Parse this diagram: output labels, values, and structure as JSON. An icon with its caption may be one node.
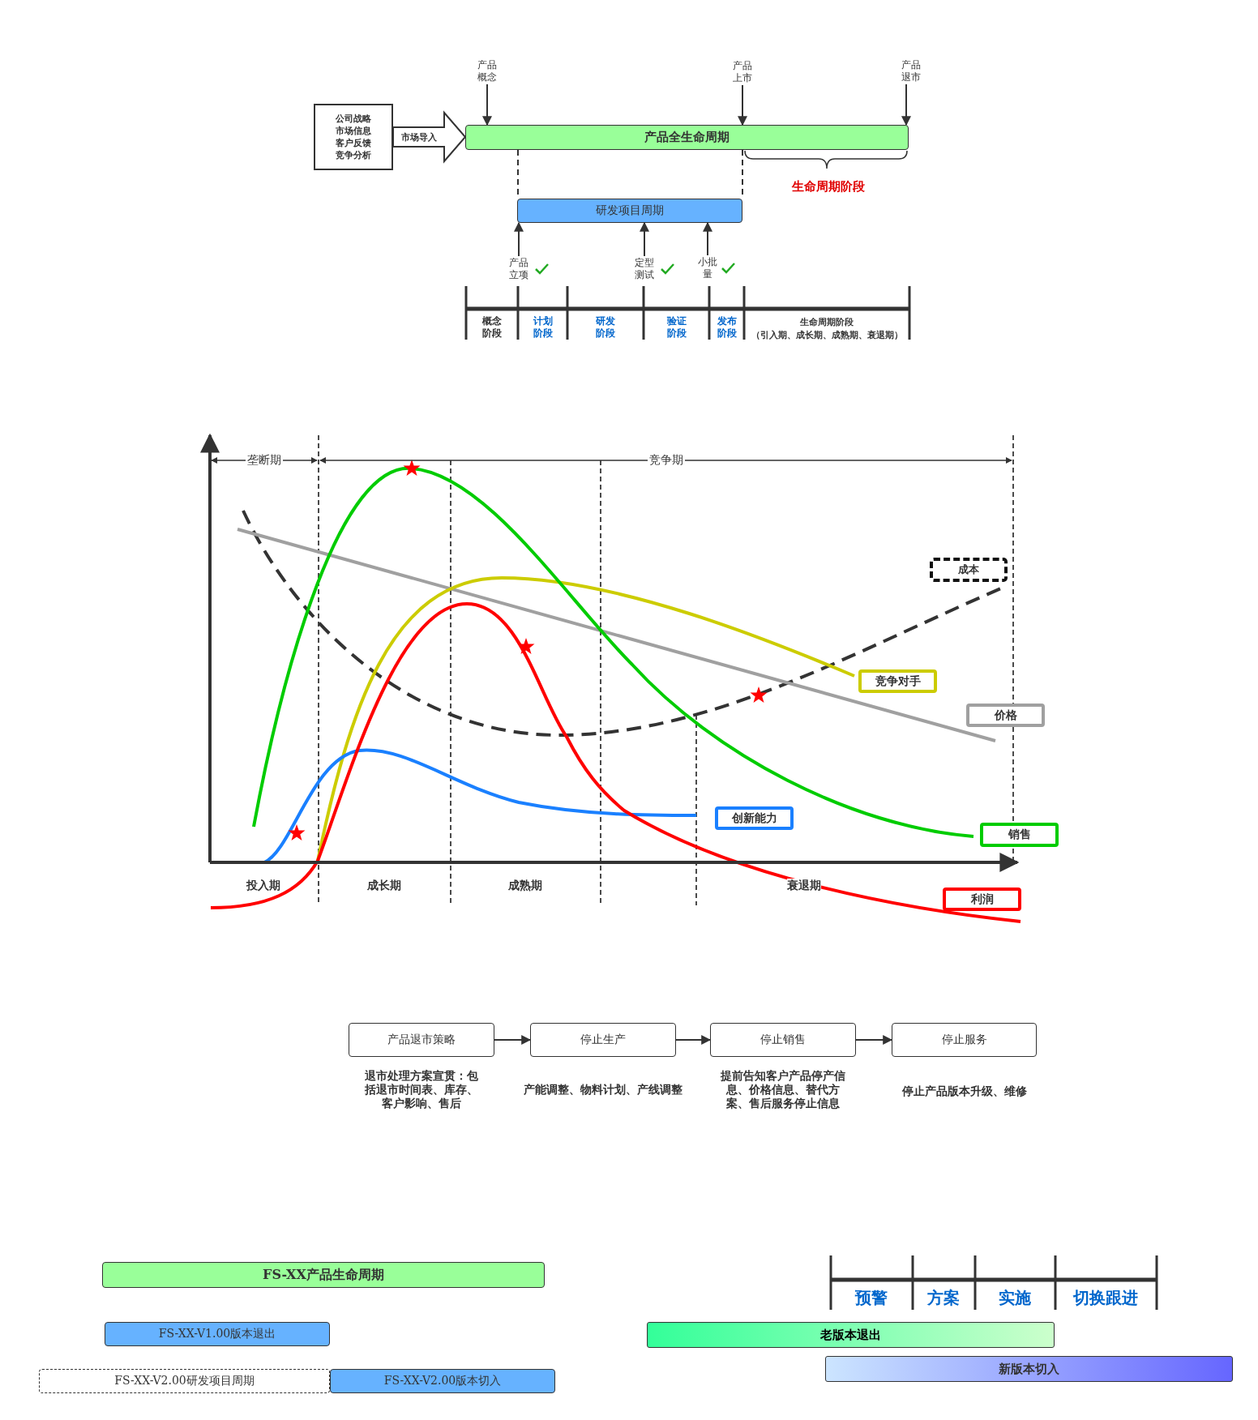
{
  "diagram": {
    "nodes": [
      {
        "text": [
          "公司战略",
          "市场信息",
          "客户反馈",
          "竞争分析"
        ]
      },
      {
        "text": [
          "产品全生命周期"
        ]
      },
      {
        "text": [
          "研发项目周期"
        ]
      },
      {
        "text": [
          "产品概念"
        ]
      },
      {
        "text": [
          "产品上市"
        ]
      },
      {
        "text": [
          "产品退市"
        ]
      },
      {
        "text": [
          "产品立项"
        ]
      },
      {
        "text": [
          "定型测试"
        ]
      },
      {
        "text": [
          "小批量"
        ]
      },
      {
        "text": [
          "成本"
        ]
      },
      {
        "text": [
          "竞争对手"
        ]
      },
      {
        "text": [
          "价格"
        ]
      },
      {
        "text": [
          "创新能力"
        ]
      },
      {
        "text": [
          "销售"
        ]
      },
      {
        "text": [
          "利润"
        ]
      },
      {
        "text": [
          "产品退市策略"
        ],
        "beside": [
          "退市处理方案宣贯：包括退市时间表、库存、客户影响、售后"
        ]
      },
      {
        "text": [
          "停止生产"
        ],
        "beside": [
          "产能调整、物料计划、产线调整"
        ]
      },
      {
        "text": [
          "停止销售"
        ],
        "beside": [
          "提前告知客户产品停产信息、价格信息、替代方案、售后服务停止信息"
        ]
      },
      {
        "text": [
          "停止服务"
        ],
        "beside": [
          "停止产品版本升级、维修"
        ]
      },
      {
        "text": [
          "FS-XX产品生命周期"
        ]
      },
      {
        "text": [
          "FS-XX-V1.00版本退出"
        ]
      },
      {
        "text": [
          "FS-XX-V2.00研发项目周期"
        ]
      },
      {
        "text": [
          "FS-XX-V2.00版本切入"
        ]
      },
      {
        "text": [
          "老版本退出"
        ]
      },
      {
        "text": [
          "新版本切入"
        ]
      }
    ],
    "edges": [
      {
        "from": 0,
        "to": 1,
        "arrow": "to",
        "label": "市场导入",
        "style": "thick"
      },
      {
        "from": 3,
        "to": 1,
        "arrow": "to"
      },
      {
        "from": 4,
        "to": 1,
        "arrow": "to"
      },
      {
        "from": 5,
        "to": 1,
        "arrow": "to"
      },
      {
        "from": 1,
        "to": 2,
        "arrow": "none",
        "style": "dashed"
      },
      {
        "from": 1,
        "to": 2,
        "arrow": "none",
        "style": "dashed"
      },
      {
        "from": 6,
        "to": 2,
        "arrow": "to"
      },
      {
        "from": 7,
        "to": 2,
        "arrow": "to"
      },
      {
        "from": 8,
        "to": 2,
        "arrow": "to"
      },
      {
        "from": 15,
        "to": 16,
        "arrow": "to"
      },
      {
        "from": 16,
        "to": 17,
        "arrow": "to"
      },
      {
        "from": 17,
        "to": 18,
        "arrow": "to"
      }
    ],
    "labels": [
      "生命周期阶段",
      "概念阶段",
      "计划阶段",
      "研发阶段",
      "验证阶段",
      "发布阶段",
      "生命周期阶段",
      "（引入期、成长期、成熟期、衰退期）",
      "垄断期",
      "竞争期",
      "投入期",
      "成长期",
      "成熟期",
      "衰退期",
      "预警",
      "方案",
      "实施",
      "切换跟进"
    ]
  }
}
